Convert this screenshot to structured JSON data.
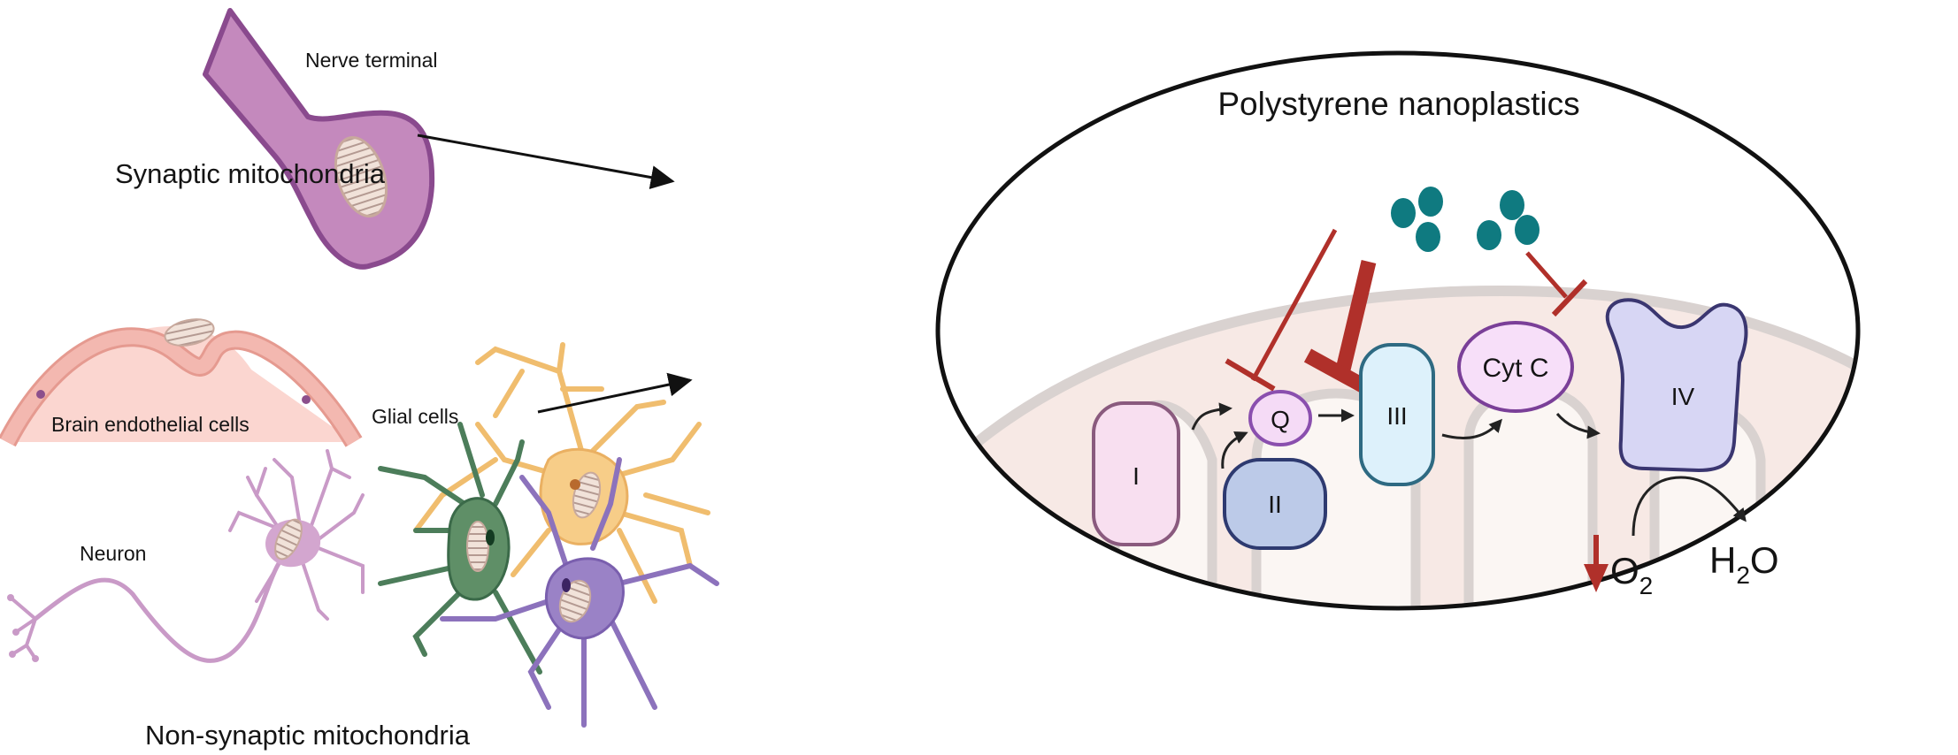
{
  "left_panel": {
    "synaptic": {
      "nerve_terminal_label": "Nerve terminal",
      "caption": "Synaptic mitochondria"
    },
    "non_synaptic": {
      "endothelial_label": "Brain endothelial cells",
      "glial_label": "Glial cells",
      "neuron_label": "Neuron",
      "caption": "Non-synaptic mitochondria"
    }
  },
  "right_panel": {
    "title": "Polystyrene nanoplastics",
    "particle_count": 6,
    "complexes": {
      "c1": "I",
      "c2": "II",
      "q": "Q",
      "c3": "III",
      "cytc": "Cyt C",
      "c4": "IV"
    },
    "oxygen": {
      "o": "O",
      "o_sub": "2"
    },
    "water": {
      "h": "H",
      "h_sub": "2",
      "o": "O"
    },
    "inhibited_targets": [
      "Q",
      "III",
      "IV"
    ],
    "o2_trend": "decrease"
  },
  "colors": {
    "nanoparticle": "#0f7a80",
    "inhibitor": "#b0302a",
    "nerve_terminal": "#c489bd",
    "nerve_outline": "#8a4a8e",
    "endothelial": "#f2b5ad",
    "glial_orange": "#f4c77e",
    "glial_green": "#4c7d5a",
    "glial_purple": "#8c72bc",
    "neuron": "#c99ac7"
  }
}
